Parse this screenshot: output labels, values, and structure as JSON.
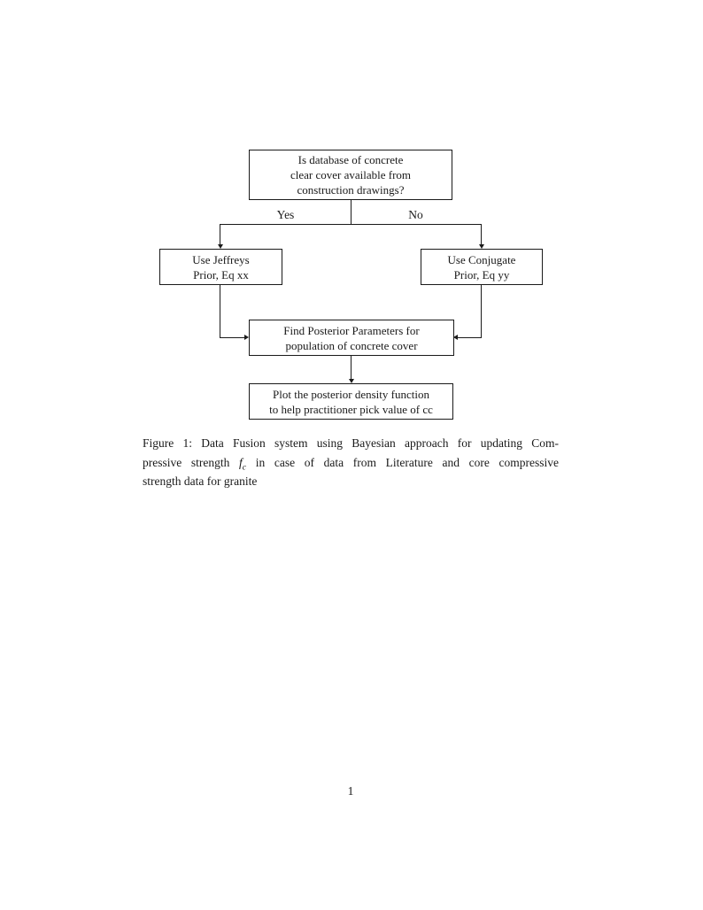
{
  "document": {
    "page_number": "1"
  },
  "flowchart": {
    "nodes": {
      "decision": {
        "lines": [
          "Is database of concrete",
          "clear cover available from",
          "construction drawings?"
        ]
      },
      "jeffreys": {
        "lines": [
          "Use Jeffreys",
          "Prior, Eq xx"
        ]
      },
      "conjugate": {
        "lines": [
          "Use Conjugate",
          "Prior, Eq yy"
        ]
      },
      "posterior": {
        "lines": [
          "Find Posterior Parameters for",
          "population of concrete cover"
        ]
      },
      "plot": {
        "lines": [
          "Plot the posterior density function",
          "to help practitioner pick value of cc"
        ]
      }
    },
    "edge_labels": {
      "yes": "Yes",
      "no": "No"
    }
  },
  "caption": {
    "line1": "Figure 1: Data Fusion system using Bayesian approach for updating Com-",
    "line2_pre": "pressive strength ",
    "math_symbol": "f",
    "math_subscript": "c",
    "line2_post": " in case of data from Literature and core compressive",
    "line3": "strength data for granite"
  },
  "colors": {
    "ink": "#1a1a1a",
    "background": "#ffffff"
  }
}
